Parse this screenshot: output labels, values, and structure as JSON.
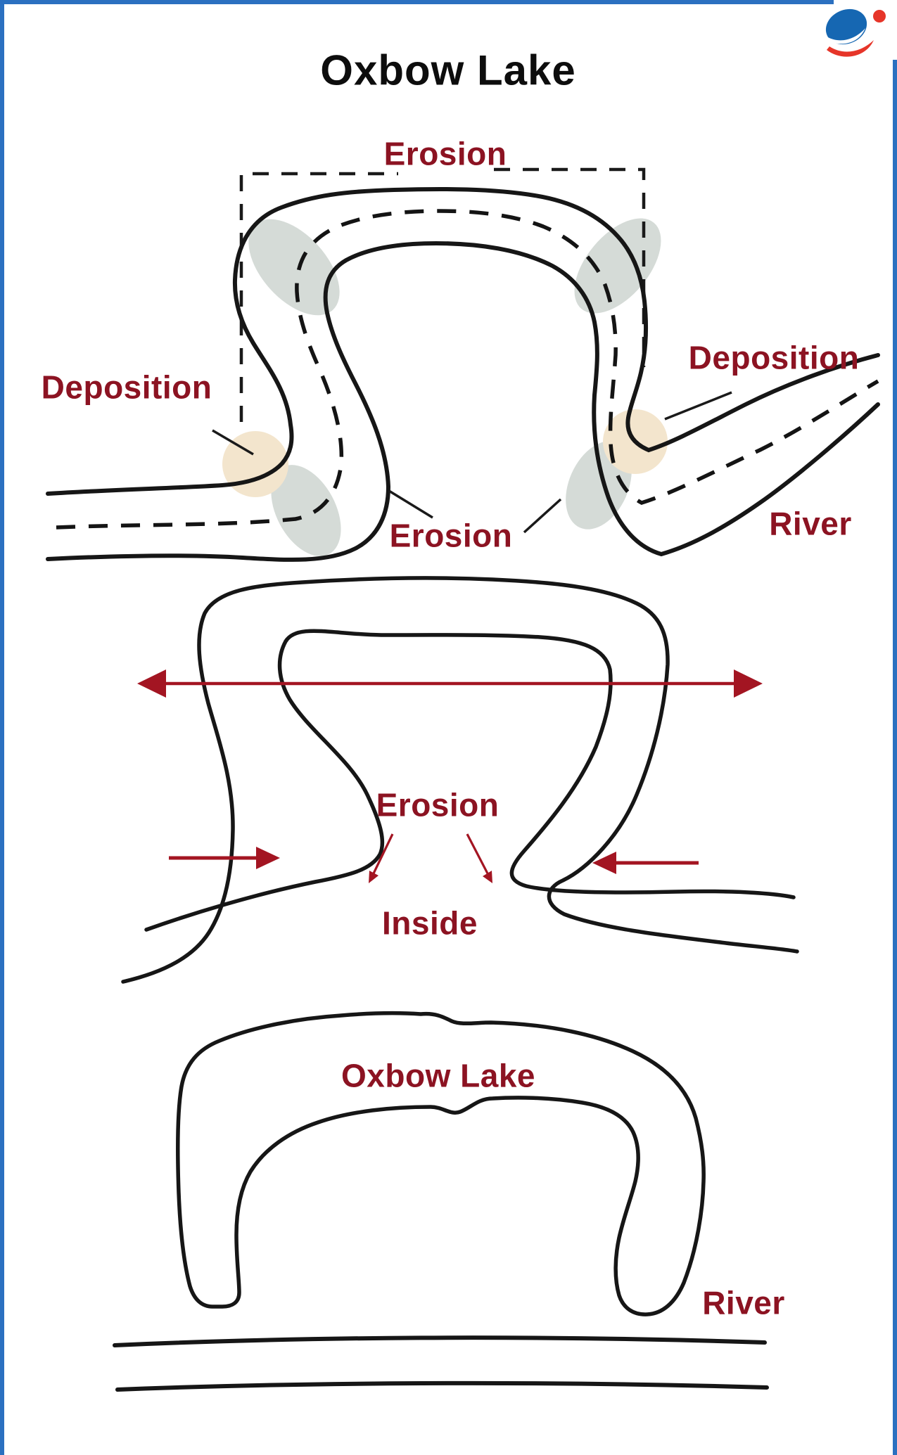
{
  "frame": {
    "border_color": "#2b70c0",
    "background": "#ffffff"
  },
  "header": {
    "title": "Oxbow Lake"
  },
  "logo": {
    "name": "brand-logo",
    "blue": "#1667b2",
    "red": "#e63529"
  },
  "palette": {
    "label_red": "#8c1322",
    "arrow_red": "#a31522",
    "line_black": "#161616",
    "erosion_gray": "#d5dbd7",
    "deposition_beige": "#f3e5cd"
  },
  "stage1": {
    "labels": {
      "erosion_top": "Erosion",
      "deposition_left": "Deposition",
      "deposition_right": "Deposition",
      "erosion_bottom": "Erosion",
      "river": "River"
    }
  },
  "stage2": {
    "labels": {
      "erosion": "Erosion",
      "inside": "Inside"
    }
  },
  "stage3": {
    "labels": {
      "oxbow_lake": "Oxbow Lake",
      "river": "River"
    }
  }
}
